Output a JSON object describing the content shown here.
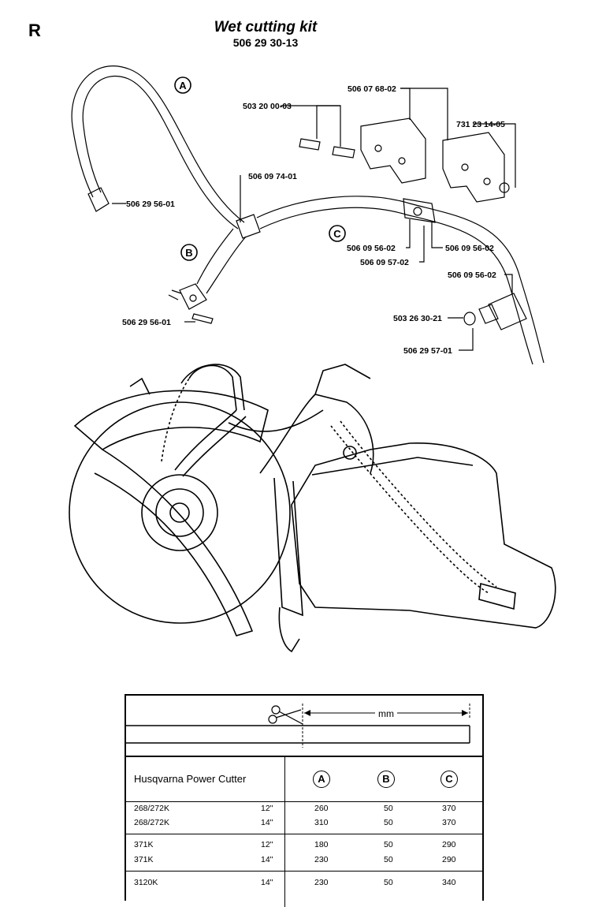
{
  "page_letter": "R",
  "title": "Wet cutting kit",
  "subtitle": "506 29 30-13",
  "hose_labels": {
    "a": "A",
    "b": "B",
    "c": "C"
  },
  "callouts": [
    "506 29 56-01",
    "506 09 74-01",
    "503 20 00-03",
    "506 07 68-02",
    "731 23 14-05",
    "506 09 56-02",
    "506 09 57-02",
    "506 09 56-02",
    "506 09 56-02",
    "503 26 30-21",
    "506 29 57-01",
    "506 29 56-01"
  ],
  "table": {
    "unit_label": "mm",
    "model_header": "Husqvarna Power Cutter",
    "col_headers": [
      "A",
      "B",
      "C"
    ],
    "rows": [
      {
        "model": "268/272K",
        "size": "12\"",
        "a": "260",
        "b": "50",
        "c": "370"
      },
      {
        "model": "268/272K",
        "size": "14\"",
        "a": "310",
        "b": "50",
        "c": "370"
      },
      {
        "model": "371K",
        "size": "12\"",
        "a": "180",
        "b": "50",
        "c": "290"
      },
      {
        "model": "371K",
        "size": "14\"",
        "a": "230",
        "b": "50",
        "c": "290"
      },
      {
        "model": "3120K",
        "size": "14\"",
        "a": "230",
        "b": "50",
        "c": "340"
      }
    ]
  }
}
